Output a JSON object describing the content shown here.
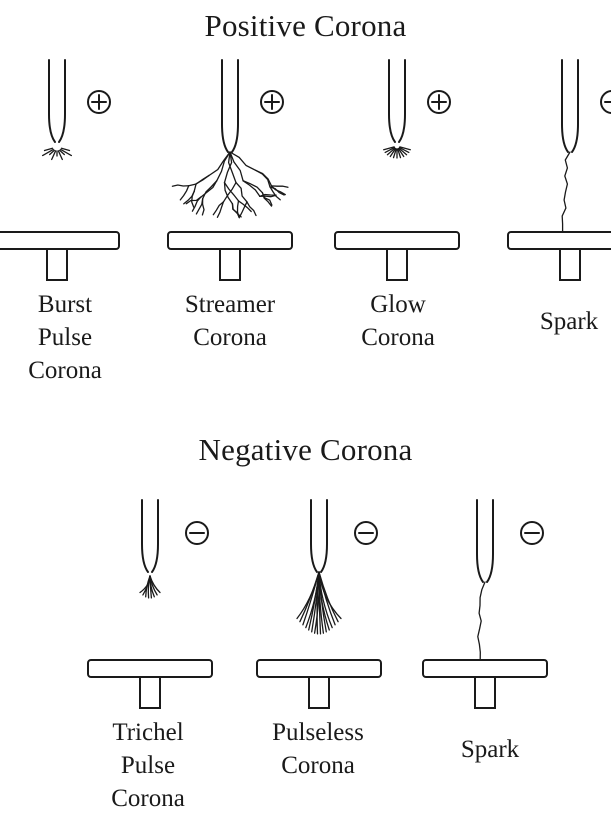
{
  "positive": {
    "title": "Positive Corona",
    "sign": "+",
    "items": [
      {
        "label": "Burst\nPulse\nCorona",
        "discharge": "burst"
      },
      {
        "label": "Streamer\nCorona",
        "discharge": "streamer"
      },
      {
        "label": "Glow\nCorona",
        "discharge": "glow"
      },
      {
        "label": "Spark",
        "discharge": "spark"
      }
    ]
  },
  "negative": {
    "title": "Negative Corona",
    "sign": "−",
    "items": [
      {
        "label": "Trichel\nPulse\nCorona",
        "discharge": "trichel"
      },
      {
        "label": "Pulseless\nCorona",
        "discharge": "pulseless"
      },
      {
        "label": "Spark",
        "discharge": "spark"
      }
    ]
  }
}
